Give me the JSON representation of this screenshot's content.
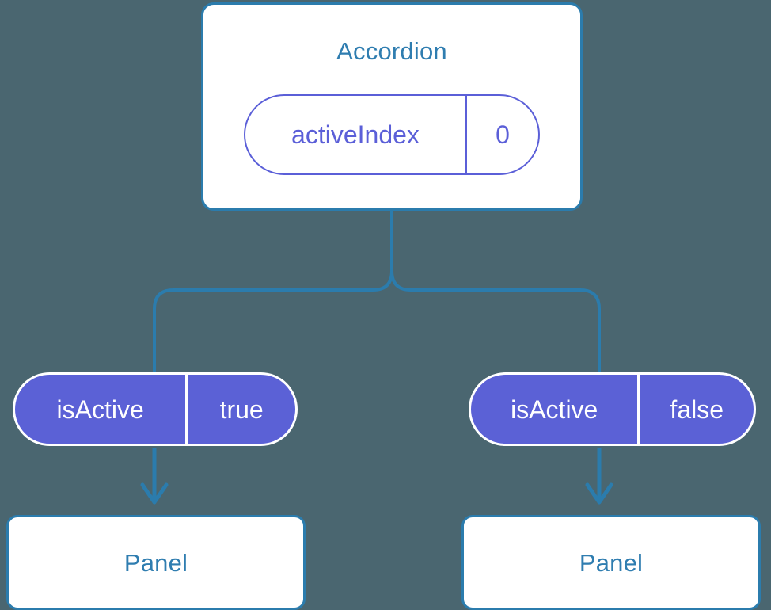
{
  "diagram": {
    "title_text": "Accordion",
    "background_color": "#4a6670",
    "connector_color": "#2b7cad",
    "node_border_color": "#2b7cad",
    "node_title_color": "#2f7db0",
    "pill_accent_color": "#5b61d6",
    "pill_outline_color": "#5b5fd8"
  },
  "root": {
    "label": "Accordion",
    "state": {
      "key": "activeIndex",
      "value": "0"
    }
  },
  "children": [
    {
      "prop": {
        "key": "isActive",
        "value": "true"
      },
      "node": {
        "label": "Panel"
      }
    },
    {
      "prop": {
        "key": "isActive",
        "value": "false"
      },
      "node": {
        "label": "Panel"
      }
    }
  ]
}
